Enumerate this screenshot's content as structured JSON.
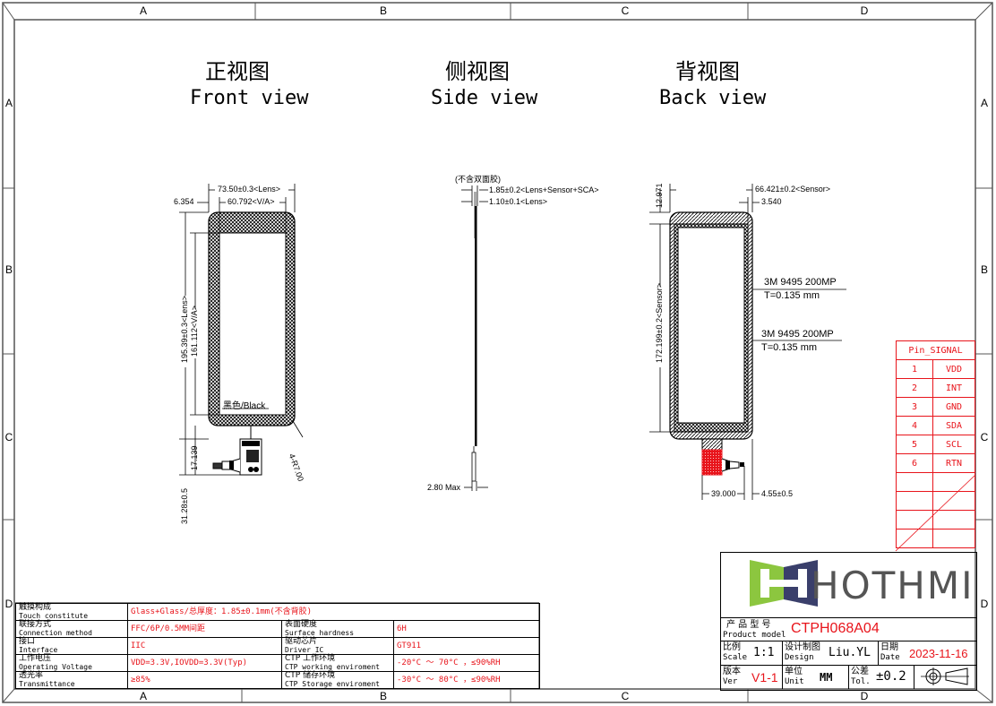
{
  "frame": {
    "zones_columns": [
      "A",
      "B",
      "C",
      "D"
    ],
    "zones_rows": [
      "A",
      "B",
      "C",
      "D"
    ]
  },
  "views": {
    "front": {
      "title_cn": "正视图",
      "title_en": "Front view"
    },
    "side": {
      "title_cn": "侧视图",
      "title_en": "Side view"
    },
    "back": {
      "title_cn": "背视图",
      "title_en": "Back view"
    }
  },
  "front_dims": {
    "lens_width": "73.50±0.3<Lens>",
    "va_width": "60.792<V/A>",
    "left_offset": "6.354",
    "lens_height": "195.39±0.3<Lens>",
    "va_height": "161.112<V/A>",
    "bottom_offset": "17.139",
    "fpc_length": "31.28±0.5",
    "corner_radius": "4-R7.00",
    "color_note": "黑色/Black"
  },
  "side_dims": {
    "note": "(不含双面胶)",
    "total_thickness": "1.85±0.2<Lens+Sensor+SCA>",
    "lens_thickness": "1.10±0.1<Lens>",
    "fpc_max": "2.80 Max"
  },
  "back_dims": {
    "sensor_width": "66.421±0.2<Sensor>",
    "right_offset": "3.540",
    "top_offset": "12.971",
    "sensor_height": "172.199±0.2<Sensor>",
    "tape1_name": "3M 9495 200MP",
    "tape1_thickness": "T=0.135 mm",
    "tape2_name": "3M 9495 200MP",
    "tape2_thickness": "T=0.135 mm",
    "fpc_offset": "39.000",
    "fpc_tail": "4.55±0.5"
  },
  "pin_table": {
    "header": "Pin_SIGNAL",
    "rows": [
      {
        "pin": "1",
        "signal": "VDD"
      },
      {
        "pin": "2",
        "signal": "INT"
      },
      {
        "pin": "3",
        "signal": "GND"
      },
      {
        "pin": "4",
        "signal": "SDA"
      },
      {
        "pin": "5",
        "signal": "SCL"
      },
      {
        "pin": "6",
        "signal": "RTN"
      }
    ]
  },
  "specs": {
    "touch_constitute": {
      "cn": "触摸构成",
      "en": "Touch constitute",
      "value": "Glass+Glass/总厚度：1.85±0.1mm(不含背胶)"
    },
    "connection_method": {
      "cn": "联接方式",
      "en": "Connection method",
      "value": "FFC/6P/0.5MM间距"
    },
    "interface": {
      "cn": "接口",
      "en": "Interface",
      "value": "IIC"
    },
    "operating_voltage": {
      "cn": "工作电压",
      "en": "Operating Voltage",
      "value": "VDD=3.3V,IOVDD=3.3V(Typ)"
    },
    "transmittance": {
      "cn": "透光率",
      "en": "Transmittance",
      "value": "≥85%"
    },
    "surface_hardness": {
      "cn": "表面硬度",
      "en": "Surface hardness",
      "value": "6H"
    },
    "driver_ic": {
      "cn": "驱动芯片",
      "en": "Driver IC",
      "value": "GT911"
    },
    "working_env": {
      "cn": "CTP 工作环境",
      "en": "CTP working enviroment",
      "value": "-20°C ～ 70°C ，≤90%RH"
    },
    "storage_env": {
      "cn": "CTP 储存环境",
      "en": "CTP Storage enviroment",
      "value": "-30°C ～ 80°C ，≤90%RH"
    }
  },
  "title_block": {
    "logo_text": "HOTHMI",
    "product_model_cn": "产 品 型 号",
    "product_model_en": "Product model",
    "product_model": "CTPH068A04",
    "scale_cn": "比例",
    "scale_en": "Scale",
    "scale": "1:1",
    "design_cn": "设计制图",
    "design_en": "Design",
    "designer": "Liu.YL",
    "date_cn": "日期",
    "date_en": "Date",
    "date": "2023-11-16",
    "ver_cn": "版本",
    "ver_en": "Ver",
    "version": "V1-1",
    "unit_cn": "单位",
    "unit_en": "Unit",
    "unit": "MM",
    "tol_cn": "公差",
    "tol_en": "Tol.",
    "tolerance": "±0.2",
    "projection_symbol": "first-angle-projection-icon"
  },
  "colors": {
    "accent_red": "#e8141b",
    "logo_green": "#8cc63f",
    "logo_navy": "#3a3f6b",
    "logo_text_gray": "#555555"
  }
}
